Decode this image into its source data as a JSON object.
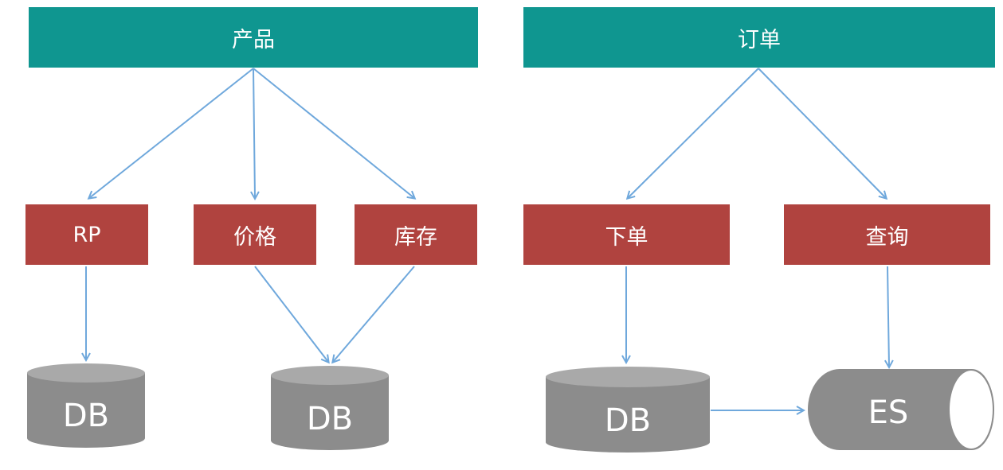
{
  "groups": [
    {
      "title": "产品",
      "services": [
        "RP",
        "价格",
        "库存"
      ]
    },
    {
      "title": "订单",
      "services": [
        "下单",
        "查询"
      ]
    }
  ],
  "stores": [
    {
      "label": "DB",
      "kind": "database"
    },
    {
      "label": "DB",
      "kind": "database"
    },
    {
      "label": "DB",
      "kind": "database"
    },
    {
      "label": "ES",
      "kind": "search-engine"
    }
  ],
  "colors": {
    "header": "#0f9690",
    "service": "#b0433f",
    "store": "#8c8c8c",
    "arrow": "#6fa8dc"
  }
}
